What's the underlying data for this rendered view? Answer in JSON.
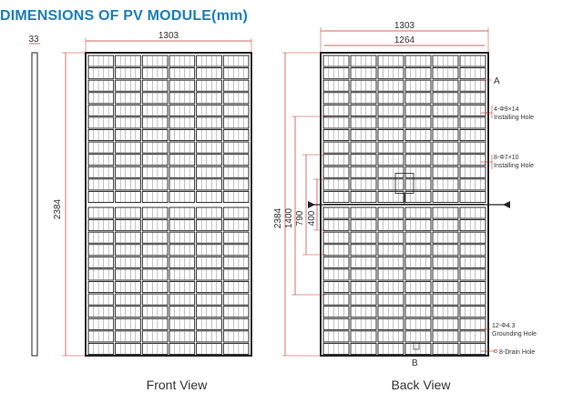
{
  "title": "DIMENSIONS OF PV MODULE(mm)",
  "colors": {
    "title": "#1b7fb8",
    "dim_line": "#c0392b",
    "frame": "#222222",
    "cell": "#1a1a1a"
  },
  "front": {
    "thickness": "33",
    "width": "1303",
    "height": "2384",
    "caption": "Front View"
  },
  "back": {
    "width_outer": "1303",
    "width_inner": "1264",
    "height_total": "2384",
    "height_1400": "1400",
    "height_790": "790",
    "height_400": "400",
    "section_a": "A",
    "section_b": "B",
    "installing_hole_4": "4-Φ9×14",
    "installing_hole_8": "8-Φ7×10",
    "installing_hole_label": "Installing Hole",
    "grounding_hole_count": "12-Φ4.3",
    "grounding_hole_label": "Grounding Hole",
    "drain_hole_label": "8-Drain Hole",
    "caption": "Back View"
  }
}
